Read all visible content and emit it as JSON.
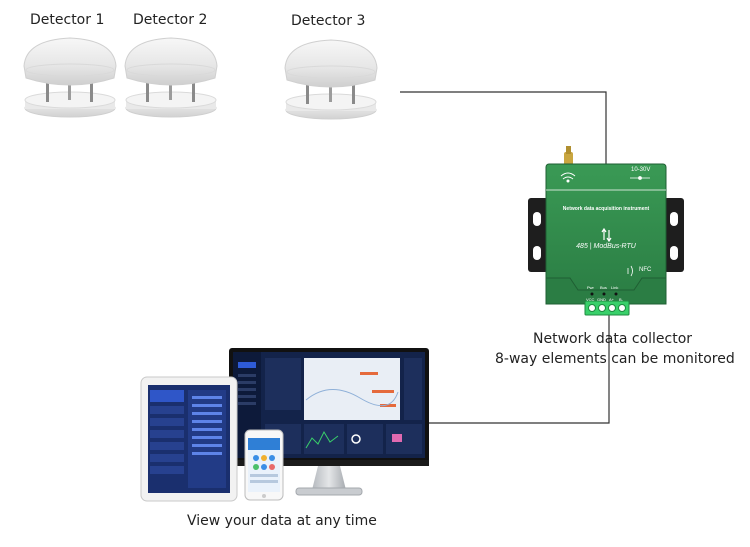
{
  "detectors": [
    {
      "label": "Detector 1"
    },
    {
      "label": "Detector 2"
    },
    {
      "label": "Detector 3"
    }
  ],
  "collector": {
    "power_label": "10-30V",
    "title": "Network data acquisition instrument",
    "protocol": "485 | ModBus-RTU",
    "nfc_label": "NFC",
    "led_labels": [
      "Pwr",
      "Bus",
      "Link"
    ],
    "terminal_labels": [
      "VCC",
      "GND",
      "A+",
      "B-"
    ],
    "caption_line1": "Network data collector",
    "caption_line2": "8-way elements can be monitored"
  },
  "devices": {
    "caption": "View your data at any time"
  },
  "colors": {
    "collector_green": "#2f8a4a",
    "terminal_green": "#39d06a",
    "screen_blue": "#13234a",
    "line": "#333333"
  }
}
